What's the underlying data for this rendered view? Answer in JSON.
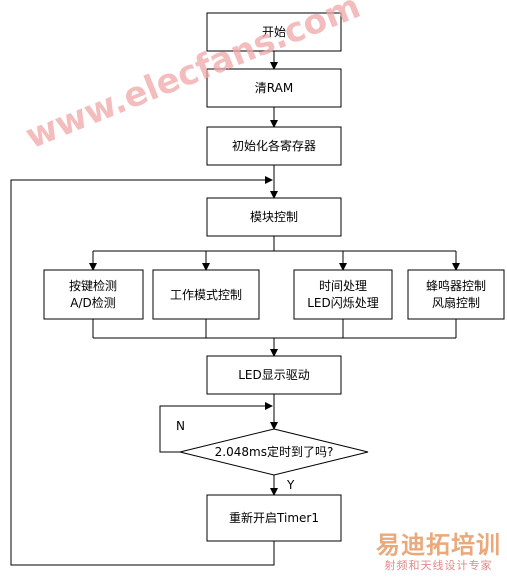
{
  "flowchart": {
    "nodes": [
      {
        "id": "start",
        "shape": "rect",
        "lines": [
          "开始"
        ]
      },
      {
        "id": "clear-ram",
        "shape": "rect",
        "lines": [
          "清RAM"
        ]
      },
      {
        "id": "init-registers",
        "shape": "rect",
        "lines": [
          "初始化各寄存器"
        ]
      },
      {
        "id": "module-control",
        "shape": "rect",
        "lines": [
          "模块控制"
        ]
      },
      {
        "id": "key-ad",
        "shape": "rect",
        "lines": [
          "按键检测",
          "A/D检测"
        ]
      },
      {
        "id": "work-mode",
        "shape": "rect",
        "lines": [
          "工作模式控制"
        ]
      },
      {
        "id": "time-led",
        "shape": "rect",
        "lines": [
          "时间处理",
          "LED闪烁处理"
        ]
      },
      {
        "id": "buzzer-fan",
        "shape": "rect",
        "lines": [
          "蜂鸣器控制",
          "风扇控制"
        ]
      },
      {
        "id": "led-driver",
        "shape": "rect",
        "lines": [
          "LED显示驱动"
        ]
      },
      {
        "id": "timer-check",
        "shape": "diamond",
        "lines": [
          "2.048ms定时到了吗?"
        ]
      },
      {
        "id": "restart-timer",
        "shape": "rect",
        "lines": [
          "重新开启Timer1"
        ]
      }
    ],
    "edge_labels": {
      "no": "N",
      "yes": "Y"
    },
    "colors": {
      "line": "#000000",
      "fill": "#ffffff"
    }
  },
  "watermark": {
    "text": "www.elecfans.com",
    "color": "#f1a8a8"
  },
  "brand": {
    "main": "易迪拓培训",
    "sub": "射频和天线设计专家",
    "color": "#e9a97a"
  }
}
